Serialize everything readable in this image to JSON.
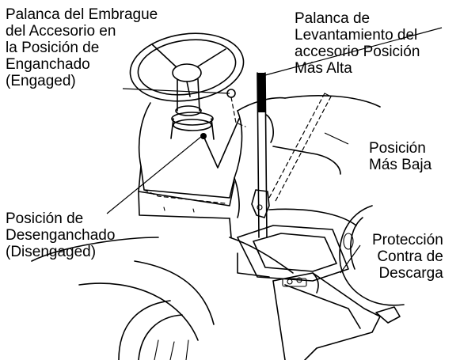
{
  "labels": {
    "clutch_engaged": [
      "Palanca del Embrague",
      "del Accesorio en",
      "la Posición de",
      "Enganchado",
      "(Engaged)"
    ],
    "lift_lever_high": [
      "Palanca de",
      "Levantamiento del",
      "accesorio Posición",
      "Más Alta"
    ],
    "lowest_position": [
      "Posición",
      "Más Baja"
    ],
    "disengaged": [
      "Posición de",
      "Desenganchado",
      "(Disengaged)"
    ],
    "discharge_guard": [
      "Protección",
      "Contra de",
      "Descarga"
    ]
  }
}
